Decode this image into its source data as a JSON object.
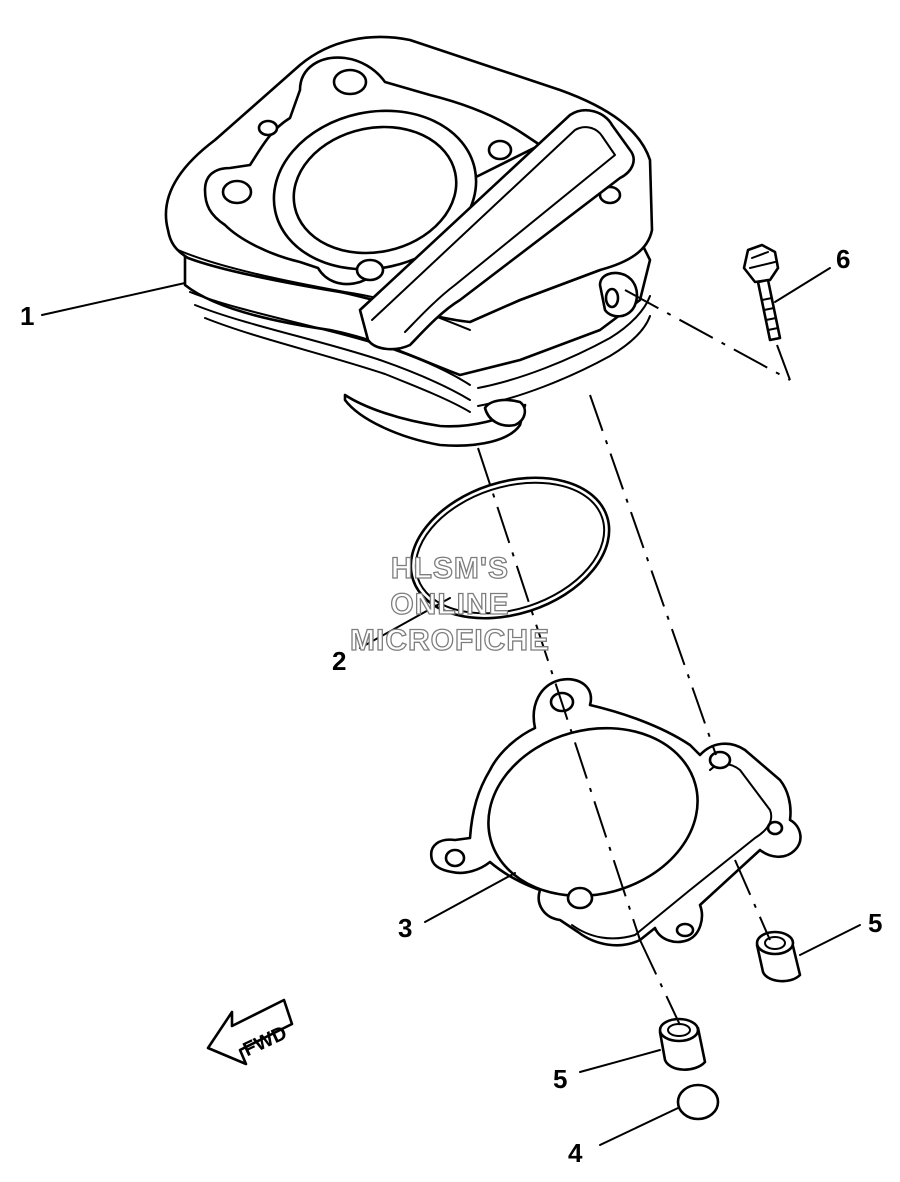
{
  "callouts": [
    {
      "id": "1",
      "label": "1"
    },
    {
      "id": "2",
      "label": "2"
    },
    {
      "id": "3",
      "label": "3"
    },
    {
      "id": "4",
      "label": "4"
    },
    {
      "id": "5a",
      "label": "5"
    },
    {
      "id": "5b",
      "label": "5"
    },
    {
      "id": "6",
      "label": "6"
    }
  ],
  "watermark": {
    "line1": "HLSM'S",
    "line2": "ONLINE",
    "line3": "MICROFICHE"
  },
  "fwd_label": "FWD",
  "colors": {
    "line": "#000000",
    "background": "#ffffff",
    "watermark_stroke": "#7d7d7d"
  }
}
